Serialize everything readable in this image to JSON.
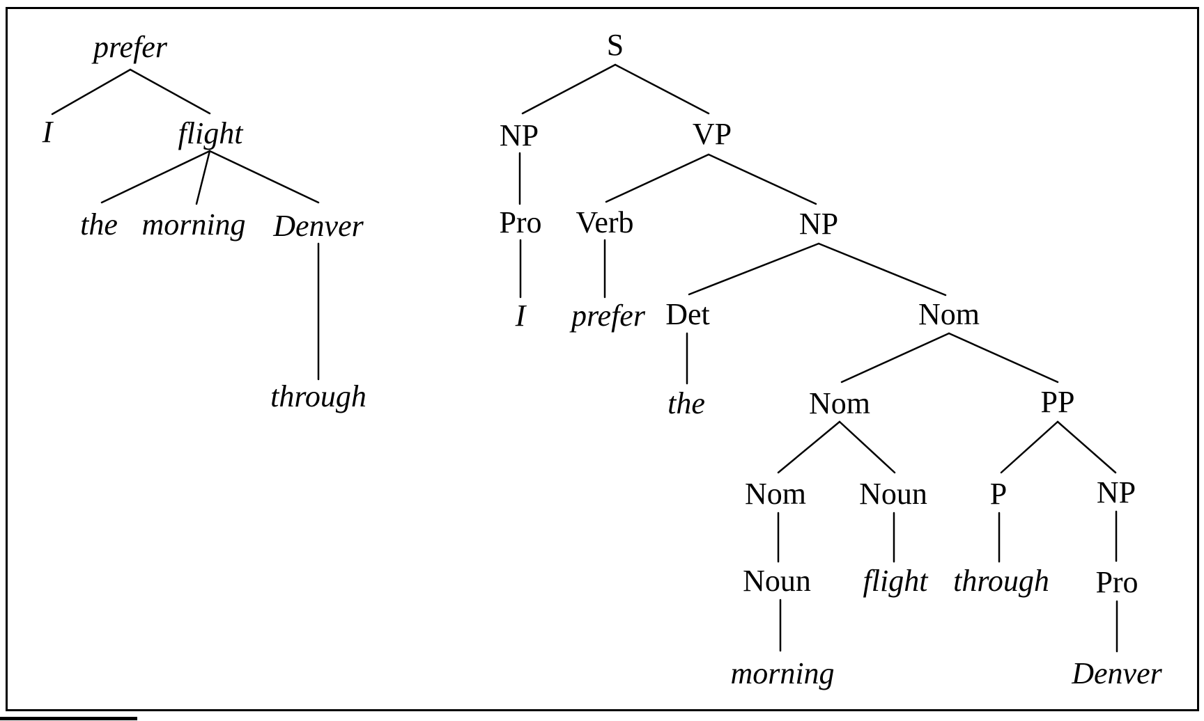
{
  "canvas": {
    "background_color": "#ffffff",
    "ink_color": "#000000"
  },
  "figure": {
    "left_tree": {
      "kind": "dependency-style tree",
      "nodes": {
        "prefer": {
          "label": "prefer",
          "italic": true
        },
        "i": {
          "label": "I",
          "italic": true
        },
        "flight": {
          "label": "flight",
          "italic": true
        },
        "the": {
          "label": "the",
          "italic": true
        },
        "morning": {
          "label": "morning",
          "italic": true
        },
        "denver": {
          "label": "Denver",
          "italic": true
        },
        "through": {
          "label": "through",
          "italic": true
        }
      },
      "edges": [
        [
          "prefer",
          "i"
        ],
        [
          "prefer",
          "flight"
        ],
        [
          "flight",
          "the"
        ],
        [
          "flight",
          "morning"
        ],
        [
          "flight",
          "denver"
        ],
        [
          "denver",
          "through"
        ]
      ]
    },
    "right_tree": {
      "kind": "constituency parse tree",
      "nodes": {
        "s": {
          "label": "S"
        },
        "np1": {
          "label": "NP"
        },
        "vp": {
          "label": "VP"
        },
        "pro1": {
          "label": "Pro"
        },
        "verb": {
          "label": "Verb"
        },
        "np2": {
          "label": "NP"
        },
        "i": {
          "label": "I",
          "italic": true
        },
        "prefer": {
          "label": "prefer",
          "italic": true
        },
        "det": {
          "label": "Det"
        },
        "nom1": {
          "label": "Nom"
        },
        "the": {
          "label": "the",
          "italic": true
        },
        "nom2": {
          "label": "Nom"
        },
        "pp": {
          "label": "PP"
        },
        "nom3": {
          "label": "Nom"
        },
        "noun1": {
          "label": "Noun"
        },
        "p": {
          "label": "P"
        },
        "np3": {
          "label": "NP"
        },
        "noun2": {
          "label": "Noun"
        },
        "flight": {
          "label": "flight",
          "italic": true
        },
        "through": {
          "label": "through",
          "italic": true
        },
        "pro2": {
          "label": "Pro"
        },
        "morning": {
          "label": "morning",
          "italic": true
        },
        "denver": {
          "label": "Denver",
          "italic": true
        }
      },
      "edges": [
        [
          "s",
          "np1"
        ],
        [
          "s",
          "vp"
        ],
        [
          "np1",
          "pro1"
        ],
        [
          "vp",
          "verb"
        ],
        [
          "vp",
          "np2"
        ],
        [
          "pro1",
          "i"
        ],
        [
          "verb",
          "prefer"
        ],
        [
          "np2",
          "det"
        ],
        [
          "np2",
          "nom1"
        ],
        [
          "det",
          "the"
        ],
        [
          "nom1",
          "nom2"
        ],
        [
          "nom1",
          "pp"
        ],
        [
          "nom2",
          "nom3"
        ],
        [
          "nom2",
          "noun1"
        ],
        [
          "pp",
          "p"
        ],
        [
          "pp",
          "np3"
        ],
        [
          "nom3",
          "noun2"
        ],
        [
          "noun1",
          "flight"
        ],
        [
          "p",
          "through"
        ],
        [
          "np3",
          "pro2"
        ],
        [
          "noun2",
          "morning"
        ],
        [
          "pro2",
          "denver"
        ]
      ]
    }
  }
}
